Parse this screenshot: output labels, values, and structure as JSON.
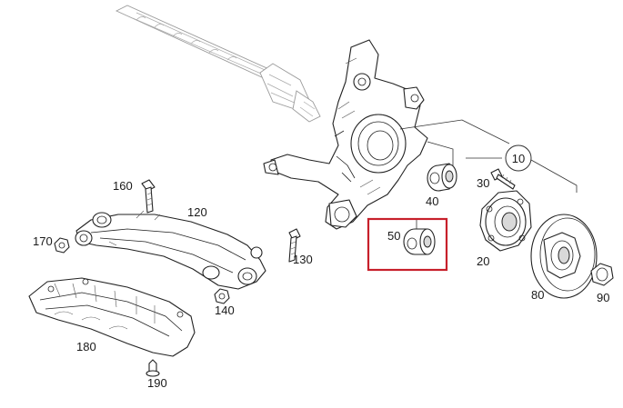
{
  "labels": {
    "p10": "10",
    "p20": "20",
    "p30": "30",
    "p40": "40",
    "p50": "50",
    "p80": "80",
    "p90": "90",
    "p120": "120",
    "p130": "130",
    "p140": "140",
    "p160": "160",
    "p170": "170",
    "p180": "180",
    "p190": "190"
  },
  "highlight": {
    "part": "50",
    "color": "#c7202b"
  }
}
